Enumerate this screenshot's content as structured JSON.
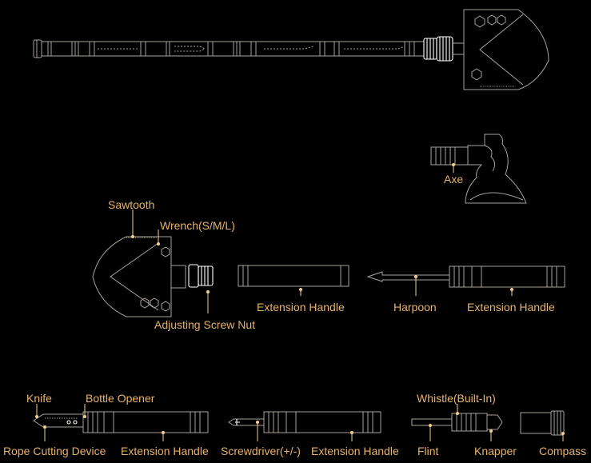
{
  "colors": {
    "background": "#000000",
    "label": "#e8b26a",
    "leader": "#f4cf8c",
    "outline": "#a9a29a",
    "highlight": "#ffffff"
  },
  "labels": {
    "axe": "Axe",
    "sawtooth": "Sawtooth",
    "wrench": "Wrench(S/M/L)",
    "adjusting_screw_nut": "Adjusting Screw Nut",
    "extension_handle_1": "Extension Handle",
    "harpoon": "Harpoon",
    "extension_handle_2": "Extension Handle",
    "knife": "Knife",
    "bottle_opener": "Bottle Opener",
    "rope_cutting_device": "Rope Cutting Device",
    "extension_handle_3": "Extension Handle",
    "screwdriver": "Screwdriver(+/-)",
    "extension_handle_4": "Extension Handle",
    "whistle": "Whistle(Built-In)",
    "flint": "Flint",
    "knapper": "Knapper",
    "compass": "Compass"
  }
}
